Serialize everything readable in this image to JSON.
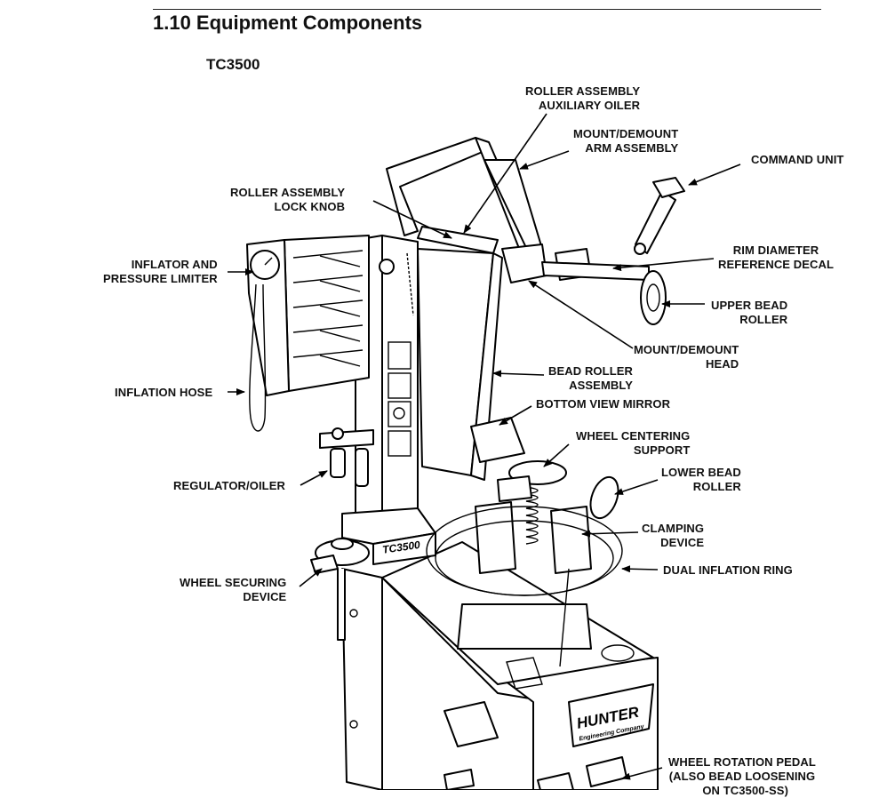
{
  "header": {
    "section_title": "1.10 Equipment Components",
    "model": "TC3500"
  },
  "labels": {
    "roller_oiler": "ROLLER ASSEMBLY\n   AUXILIARY OILER",
    "mount_arm": "MOUNT/DEMOUNT\n   ARM ASSEMBLY",
    "command_unit": "COMMAND UNIT",
    "lock_knob": "ROLLER ASSEMBLY\n       LOCK KNOB",
    "rim_decal": "RIM DIAMETER\nREFERENCE DECAL",
    "inflator": "INFLATOR AND\nPRESSURE LIMITER",
    "upper_roller": "UPPER BEAD\nROLLER",
    "mount_head": "MOUNT/DEMOUNT\nHEAD",
    "bead_roller": "BEAD ROLLER\nASSEMBLY",
    "inflation_hose": "INFLATION HOSE",
    "mirror": "BOTTOM VIEW MIRROR",
    "centering": "WHEEL CENTERING\nSUPPORT",
    "lower_roller": "LOWER BEAD\nROLLER",
    "regulator": "REGULATOR/OILER",
    "clamping": "CLAMPING\nDEVICE",
    "inflation_ring": "DUAL INFLATION RING",
    "securing": "WHEEL SECURING\nDEVICE",
    "pedal": "WHEEL ROTATION PEDAL\n(ALSO BEAD LOOSENING\n  ON TC3500-SS)"
  },
  "machine": {
    "model_plate": "TC3500",
    "brand": "HUNTER",
    "brand_sub": "Engineering Company"
  }
}
